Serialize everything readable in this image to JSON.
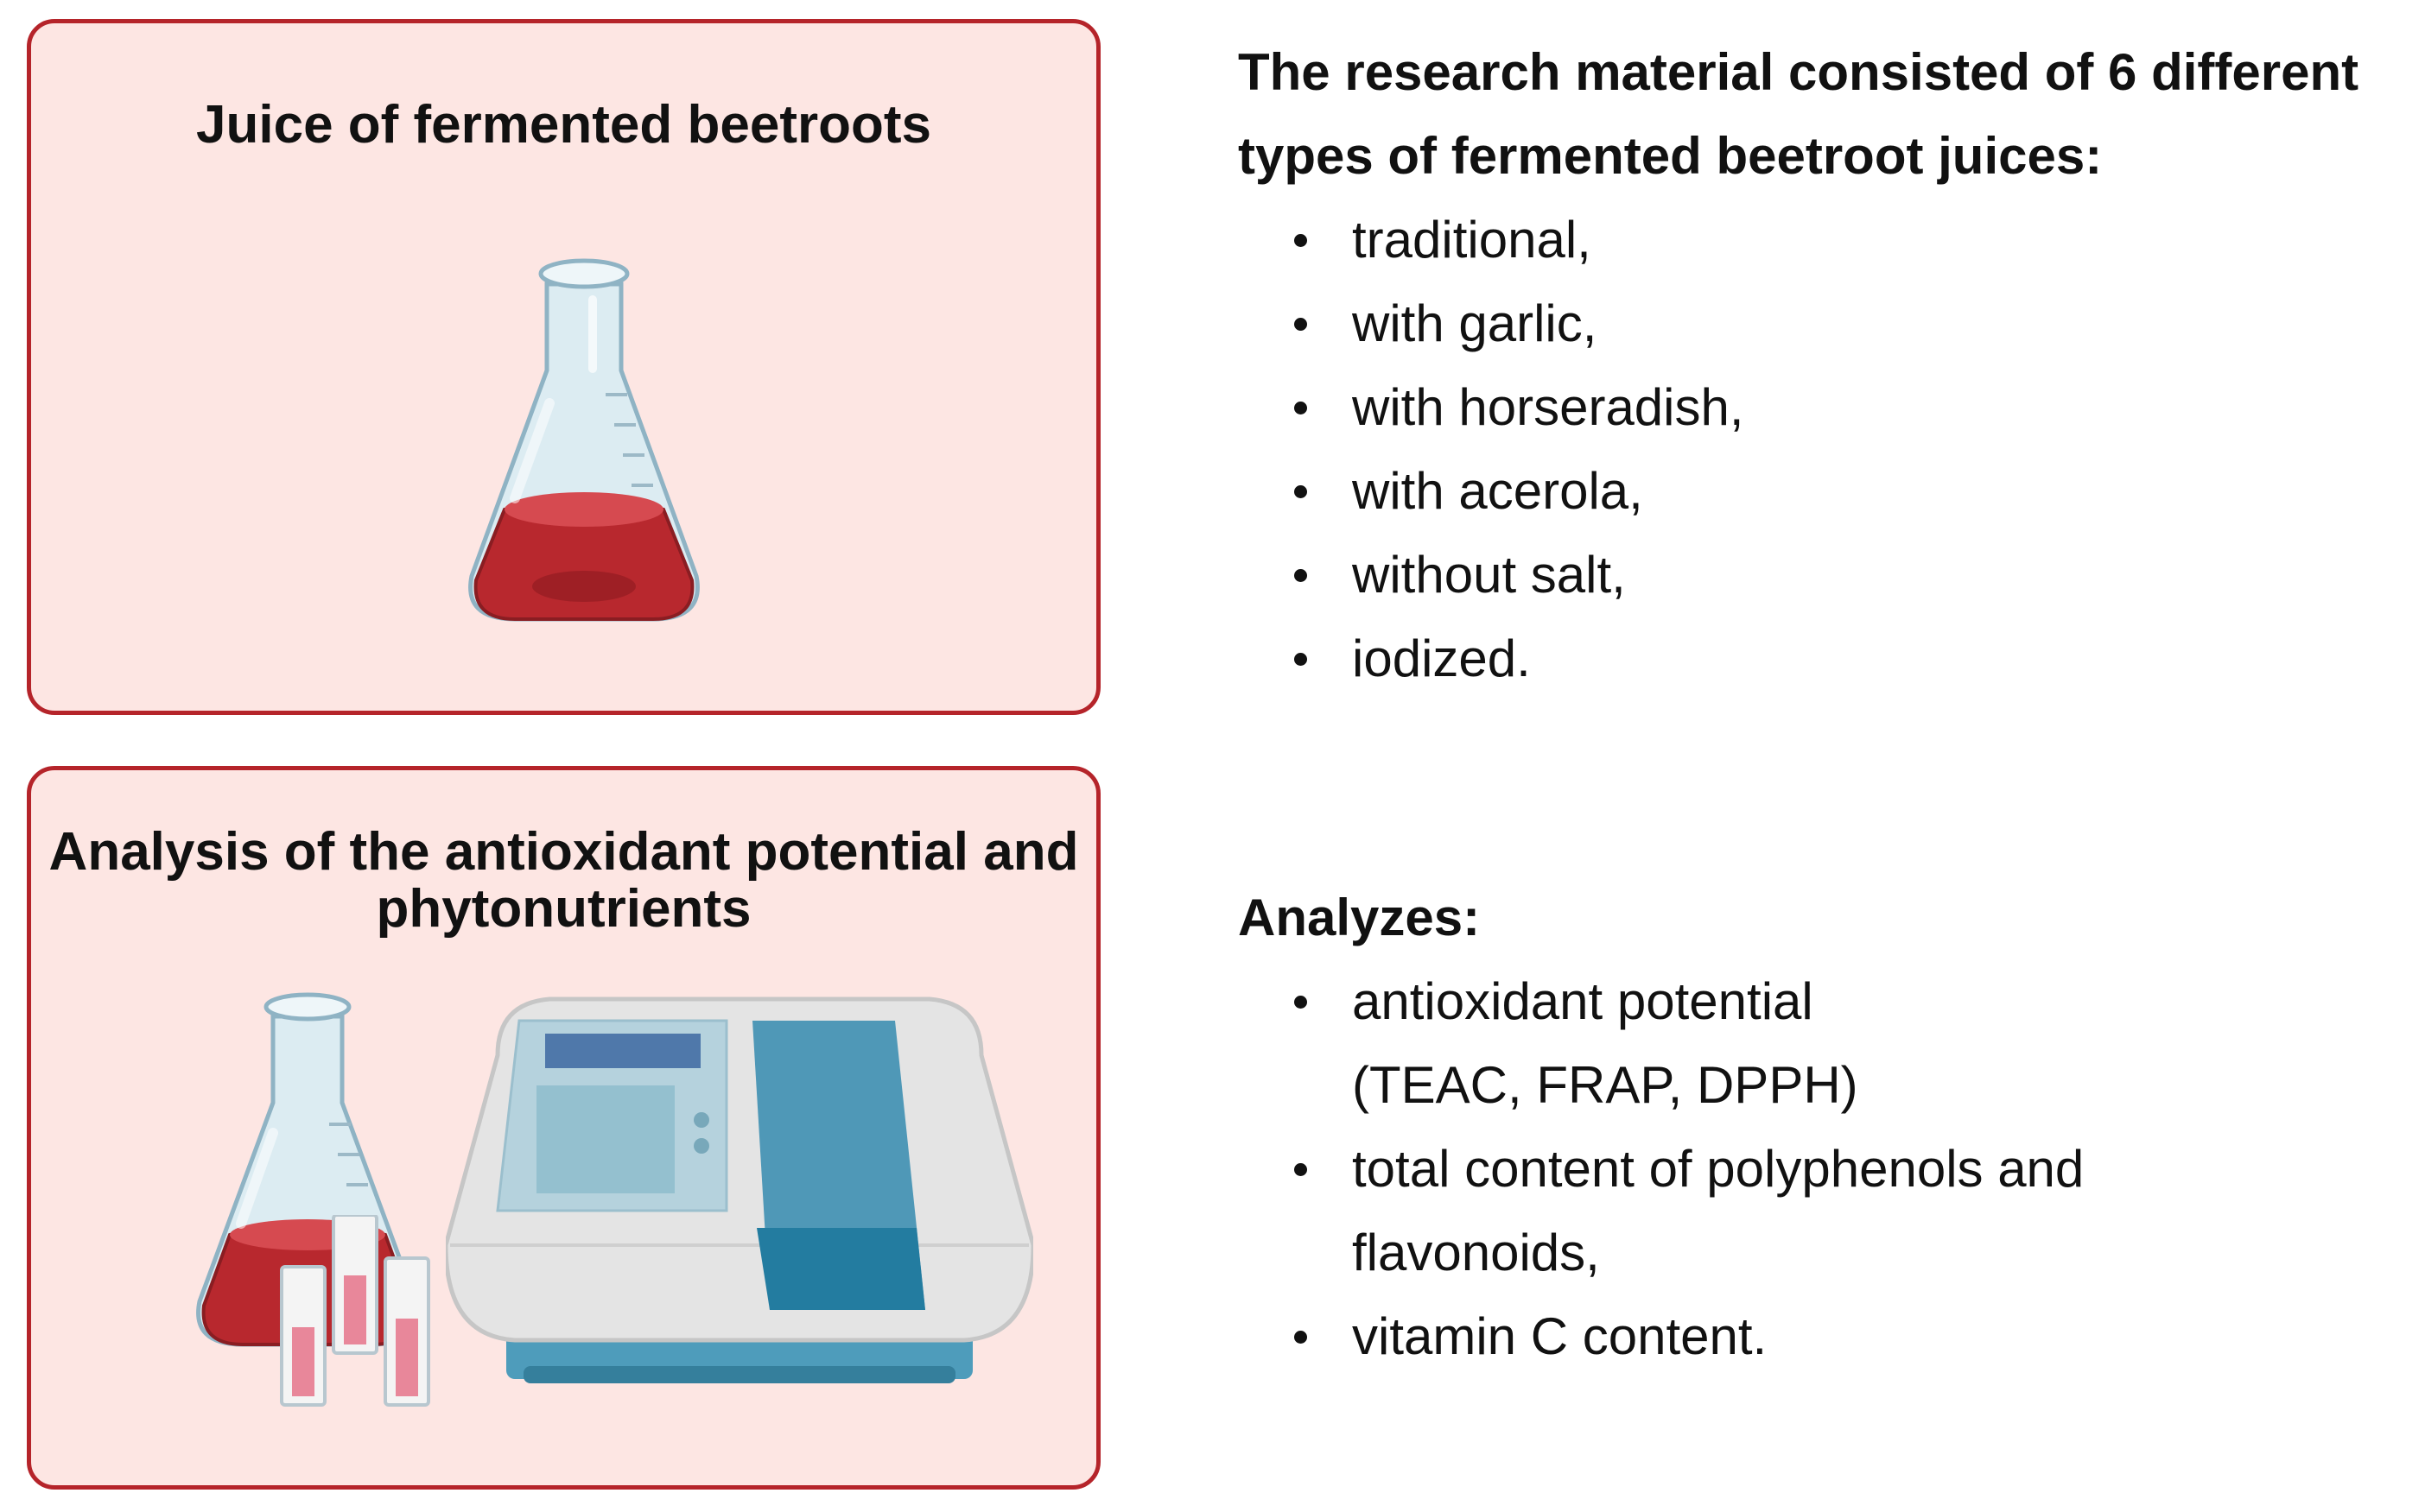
{
  "panels": [
    {
      "title": "Juice of fermented beetroots"
    },
    {
      "title": "Analysis of the antioxidant potential and phytonutrients"
    }
  ],
  "materials": {
    "heading": "The research material consisted of 6 different types of fermented beetroot juices:",
    "items": [
      "traditional,",
      "with garlic,",
      "with horseradish,",
      "with acerola,",
      "without salt,",
      "iodized."
    ]
  },
  "analyzes": {
    "heading": "Analyzes:",
    "items": [
      "antioxidant potential (TEAC, FRAP, DPPH)",
      "total content of polyphenols and flavonoids,",
      "vitamin C content."
    ]
  },
  "icons": {
    "top": [
      "erlenmeyer-flask-icon"
    ],
    "bottom": [
      "erlenmeyer-flask-icon",
      "cuvette-icon",
      "spectrophotometer-icon"
    ]
  },
  "colors": {
    "panel_fill": "#fde6e3",
    "panel_border": "#b5242a",
    "juice": "#b8282e",
    "glass": "#dcecf2",
    "instrument_body": "#e4e4e4",
    "instrument_accent": "#3f8bab"
  }
}
